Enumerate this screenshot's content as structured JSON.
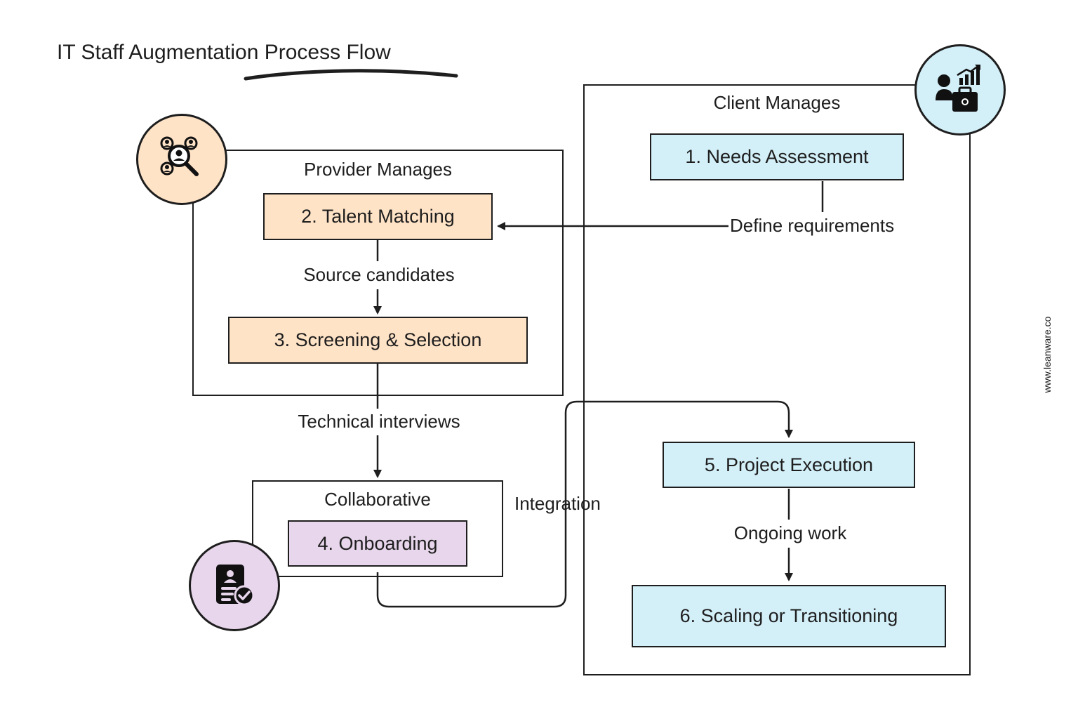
{
  "title": "IT Staff Augmentation Process Flow",
  "groups": {
    "client": "Client Manages",
    "provider": "Provider Manages",
    "collaborative": "Collaborative"
  },
  "steps": {
    "needs_assessment": "1. Needs Assessment",
    "talent_matching": "2. Talent Matching",
    "screening_selection": "3. Screening & Selection",
    "onboarding": "4. Onboarding",
    "project_execution": "5. Project Execution",
    "scaling_transitioning": "6. Scaling or Transitioning"
  },
  "edges": {
    "define_requirements": "Define requirements",
    "source_candidates": "Source candidates",
    "technical_interviews": "Technical interviews",
    "integration": "Integration",
    "ongoing_work": "Ongoing work"
  },
  "watermark": "www.leanware.co",
  "colors": {
    "provider_fill": "#ffe3c7",
    "client_fill": "#d3eff8",
    "collab_fill": "#e8d6ec",
    "stroke": "#1e1e1e"
  },
  "icons": {
    "provider": "talent-search-icon",
    "client": "business-growth-icon",
    "collaborative": "verified-profile-icon"
  }
}
